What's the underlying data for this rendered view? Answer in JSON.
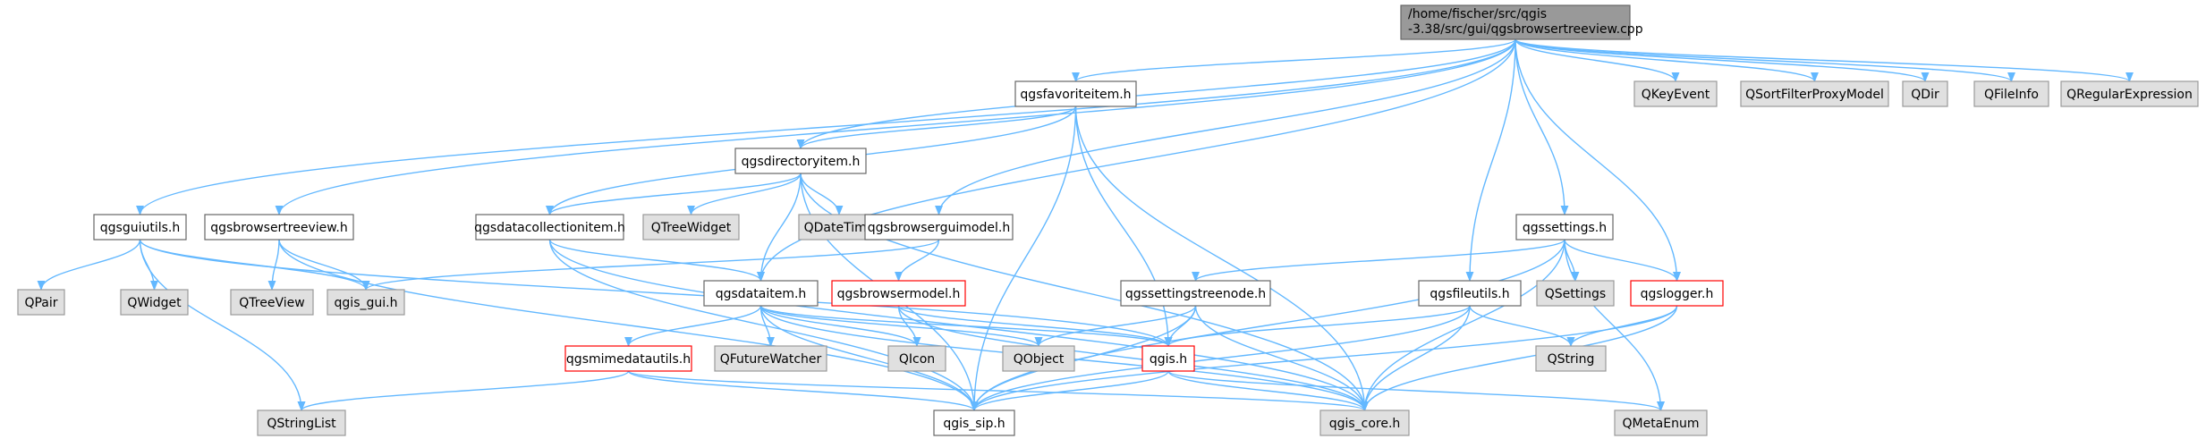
{
  "diagram": {
    "title_lines": [
      "/home/fischer/src/qgis",
      "-3.38/src/gui/qgsbrowsertreeview.cpp"
    ],
    "colors": {
      "root_fill": "#999999",
      "root_stroke": "#666666",
      "header_fill": "#ffffff",
      "header_stroke": "#666666",
      "external_fill": "#e0e0e0",
      "external_stroke": "#999999",
      "truncated_stroke": "#ff0000",
      "edge_blue": "#63b8ff",
      "edge_dark": "#404040"
    },
    "nodes": [
      {
        "id": "root",
        "kind": "root"
      },
      {
        "id": "qkeyevent",
        "label": "QKeyEvent",
        "kind": "external"
      },
      {
        "id": "qsortfilter",
        "label": "QSortFilterProxyModel",
        "kind": "external"
      },
      {
        "id": "qdir",
        "label": "QDir",
        "kind": "external"
      },
      {
        "id": "qfileinfo",
        "label": "QFileInfo",
        "kind": "external"
      },
      {
        "id": "qregexp",
        "label": "QRegularExpression",
        "kind": "external"
      },
      {
        "id": "qgsfavoriteitem",
        "label": "qgsfavoriteitem.h",
        "kind": "header"
      },
      {
        "id": "qgsdirectoryitem",
        "label": "qgsdirectoryitem.h",
        "kind": "header"
      },
      {
        "id": "qgsguiutils",
        "label": "qgsguiutils.h",
        "kind": "header"
      },
      {
        "id": "qgsbrowsertreeview",
        "label": "qgsbrowsertreeview.h",
        "kind": "header"
      },
      {
        "id": "qgsdatacollectionitem",
        "label": "qgsdatacollectionitem.h",
        "kind": "header"
      },
      {
        "id": "qtreewidget",
        "label": "QTreeWidget",
        "kind": "external"
      },
      {
        "id": "qdatetime",
        "label": "QDateTime",
        "kind": "external"
      },
      {
        "id": "qgsbrowserguimodel",
        "label": "qgsbrowserguimodel.h",
        "kind": "header"
      },
      {
        "id": "qgssettings",
        "label": "qgssettings.h",
        "kind": "header"
      },
      {
        "id": "qpair",
        "label": "QPair",
        "kind": "external"
      },
      {
        "id": "qwidget",
        "label": "QWidget",
        "kind": "external"
      },
      {
        "id": "qtreeview",
        "label": "QTreeView",
        "kind": "external"
      },
      {
        "id": "qgis_gui",
        "label": "qgis_gui.h",
        "kind": "external"
      },
      {
        "id": "qgsdataitem",
        "label": "qgsdataitem.h",
        "kind": "header"
      },
      {
        "id": "qgsbrowsermodel",
        "label": "qgsbrowsermodel.h",
        "kind": "truncated"
      },
      {
        "id": "qgssettingstreenode",
        "label": "qgssettingstreenode.h",
        "kind": "header"
      },
      {
        "id": "qgsfileutils",
        "label": "qgsfileutils.h",
        "kind": "header"
      },
      {
        "id": "qsettings",
        "label": "QSettings",
        "kind": "external"
      },
      {
        "id": "qgslogger",
        "label": "qgslogger.h",
        "kind": "truncated"
      },
      {
        "id": "qgsmimedatautils",
        "label": "qgsmimedatautils.h",
        "kind": "truncated"
      },
      {
        "id": "qfuturewatcher",
        "label": "QFutureWatcher",
        "kind": "external"
      },
      {
        "id": "qicon",
        "label": "QIcon",
        "kind": "external"
      },
      {
        "id": "qobject",
        "label": "QObject",
        "kind": "external"
      },
      {
        "id": "qgis",
        "label": "qgis.h",
        "kind": "truncated"
      },
      {
        "id": "qstring",
        "label": "QString",
        "kind": "external"
      },
      {
        "id": "qstringlist",
        "label": "QStringList",
        "kind": "external"
      },
      {
        "id": "qgis_sip",
        "label": "qgis_sip.h",
        "kind": "header"
      },
      {
        "id": "qgis_core",
        "label": "qgis_core.h",
        "kind": "external"
      },
      {
        "id": "qmetaenum",
        "label": "QMetaEnum",
        "kind": "external"
      }
    ],
    "edges": [
      [
        "root",
        "qkeyevent"
      ],
      [
        "root",
        "qsortfilter"
      ],
      [
        "root",
        "qdir"
      ],
      [
        "root",
        "qfileinfo"
      ],
      [
        "root",
        "qregexp"
      ],
      [
        "root",
        "qgsfavoriteitem"
      ],
      [
        "root",
        "qgsdirectoryitem"
      ],
      [
        "root",
        "qgsguiutils"
      ],
      [
        "root",
        "qgsbrowsertreeview"
      ],
      [
        "root",
        "qgsbrowserguimodel"
      ],
      [
        "root",
        "qgssettings"
      ],
      [
        "root",
        "qgsfileutils"
      ],
      [
        "root",
        "qgslogger"
      ],
      [
        "root",
        "qgsdataitem"
      ],
      [
        "qgsfavoriteitem",
        "qgsdirectoryitem"
      ],
      [
        "qgsfavoriteitem",
        "qgsdatacollectionitem"
      ],
      [
        "qgsfavoriteitem",
        "qgis_sip"
      ],
      [
        "qgsfavoriteitem",
        "qgis"
      ],
      [
        "qgsfavoriteitem",
        "qgis_core"
      ],
      [
        "qgsdirectoryitem",
        "qgsdatacollectionitem"
      ],
      [
        "qgsdirectoryitem",
        "qtreewidget"
      ],
      [
        "qgsdirectoryitem",
        "qdatetime"
      ],
      [
        "qgsdirectoryitem",
        "qgsdataitem"
      ],
      [
        "qgsdirectoryitem",
        "qgis_core"
      ],
      [
        "qgsdirectoryitem",
        "qgis_sip"
      ],
      [
        "qgsguiutils",
        "qpair"
      ],
      [
        "qgsguiutils",
        "qwidget"
      ],
      [
        "qgsguiutils",
        "qgis_gui"
      ],
      [
        "qgsguiutils",
        "qstringlist"
      ],
      [
        "qgsguiutils",
        "qgis"
      ],
      [
        "qgsbrowsertreeview",
        "qtreeview"
      ],
      [
        "qgsbrowsertreeview",
        "qgis_gui"
      ],
      [
        "qgsbrowsertreeview",
        "qgis_sip"
      ],
      [
        "qgsdatacollectionitem",
        "qgsdataitem"
      ],
      [
        "qgsdatacollectionitem",
        "qgis_sip"
      ],
      [
        "qgsdatacollectionitem",
        "qgis_core"
      ],
      [
        "qgsbrowserguimodel",
        "qgsbrowsermodel"
      ],
      [
        "qgsbrowserguimodel",
        "qgis_gui"
      ],
      [
        "qgssettings",
        "qsettings"
      ],
      [
        "qgssettings",
        "qgslogger"
      ],
      [
        "qgssettings",
        "qgssettingstreenode"
      ],
      [
        "qgssettings",
        "qgis_core"
      ],
      [
        "qgssettings",
        "qgis_sip"
      ],
      [
        "qgssettings",
        "qmetaenum"
      ],
      [
        "qgsdataitem",
        "qgsmimedatautils"
      ],
      [
        "qgsdataitem",
        "qfuturewatcher"
      ],
      [
        "qgsdataitem",
        "qicon"
      ],
      [
        "qgsdataitem",
        "qobject"
      ],
      [
        "qgsdataitem",
        "qgis"
      ],
      [
        "qgsdataitem",
        "qgis_sip"
      ],
      [
        "qgsdataitem",
        "qgis_core"
      ],
      [
        "qgsbrowsermodel",
        "qicon"
      ],
      [
        "qgsbrowsermodel",
        "qgis"
      ],
      [
        "qgsbrowsermodel",
        "qgis_core"
      ],
      [
        "qgssettingstreenode",
        "qobject"
      ],
      [
        "qgssettingstreenode",
        "qgis"
      ],
      [
        "qgssettingstreenode",
        "qgis_core"
      ],
      [
        "qgssettingstreenode",
        "qgis_sip"
      ],
      [
        "qgsfileutils",
        "qstring"
      ],
      [
        "qgsfileutils",
        "qgis"
      ],
      [
        "qgsfileutils",
        "qgis_core"
      ],
      [
        "qgsfileutils",
        "qgis_sip"
      ],
      [
        "qgslogger",
        "qstring"
      ],
      [
        "qgslogger",
        "qgis_core"
      ],
      [
        "qgslogger",
        "qgis_sip"
      ],
      [
        "qgsmimedatautils",
        "qstringlist"
      ],
      [
        "qgsmimedatautils",
        "qgis_sip"
      ],
      [
        "qgsmimedatautils",
        "qgis_core"
      ],
      [
        "qgis",
        "qmetaenum"
      ],
      [
        "qgis",
        "qgis_sip"
      ],
      [
        "qgis",
        "qgis_core"
      ]
    ]
  }
}
